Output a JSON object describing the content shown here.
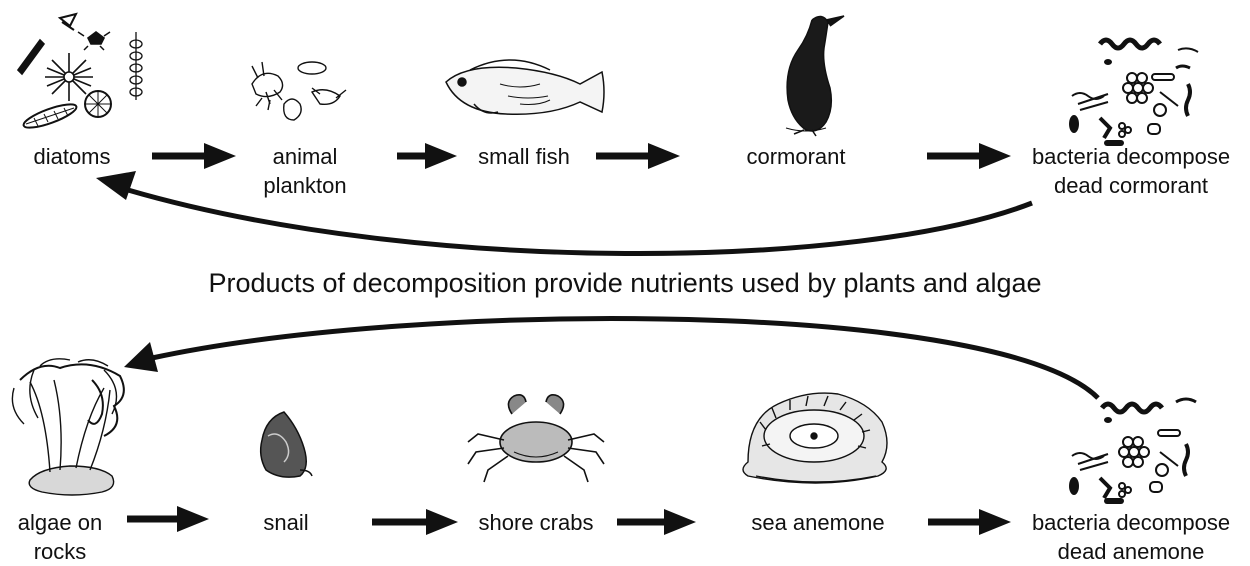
{
  "top_chain": {
    "nodes": [
      {
        "label_lines": [
          "diatoms"
        ],
        "icon": "diatoms-icon"
      },
      {
        "label_lines": [
          "animal",
          "plankton"
        ],
        "icon": "animal-plankton-icon"
      },
      {
        "label_lines": [
          "small fish"
        ],
        "icon": "small-fish-icon"
      },
      {
        "label_lines": [
          "cormorant"
        ],
        "icon": "cormorant-icon"
      },
      {
        "label_lines": [
          "bacteria decompose",
          "dead cormorant"
        ],
        "icon": "bacteria-icon"
      }
    ]
  },
  "bottom_chain": {
    "nodes": [
      {
        "label_lines": [
          "algae on",
          "rocks"
        ],
        "icon": "algae-icon"
      },
      {
        "label_lines": [
          "snail"
        ],
        "icon": "snail-icon"
      },
      {
        "label_lines": [
          "shore crabs"
        ],
        "icon": "shore-crab-icon"
      },
      {
        "label_lines": [
          "sea anemone"
        ],
        "icon": "sea-anemone-icon"
      },
      {
        "label_lines": [
          "bacteria decompose",
          "dead anemone"
        ],
        "icon": "bacteria-icon"
      }
    ]
  },
  "center_caption": "Products of decomposition provide nutrients used by plants and algae",
  "colors": {
    "ink": "#111111",
    "background": "#ffffff"
  }
}
